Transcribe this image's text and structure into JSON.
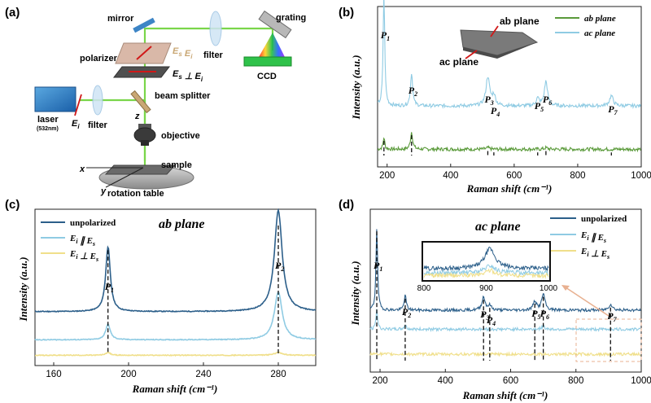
{
  "figure": {
    "panel_letters": [
      "(a)",
      "(b)",
      "(c)",
      "(d)"
    ],
    "setup": {
      "mirror": "mirror",
      "grating": "grating",
      "polarizer": "polarizer",
      "filter_top": "filter",
      "ccd": "CCD",
      "es_ei_parallel": "E_s E_i",
      "es_perp_ei": "E_s ⊥ E_i",
      "beam_splitter": "beam splitter",
      "laser": "laser",
      "laser_wavelength": "(532nm)",
      "ei": "E_i",
      "filter_left": "filter",
      "z_axis": "z",
      "objective": "objective",
      "sample": "sample",
      "x_axis": "x",
      "y_axis": "y",
      "rotation_table": "rotation table"
    },
    "panel_b_inset": {
      "ab_plane": "ab plane",
      "ac_plane": "ac plane"
    },
    "panel_c_title": "ab plane",
    "panel_d_title": "ac plane"
  },
  "chart_data": [
    {
      "panel": "(b)",
      "type": "line",
      "xlabel": "Raman shift (cm⁻¹)",
      "ylabel": "Intensity (a.u.)",
      "xlim": [
        170,
        1000
      ],
      "xticks": [
        200,
        400,
        600,
        800,
        1000
      ],
      "legend": [
        "ab plane",
        "ac plane"
      ],
      "legend_position": "top-right",
      "peaks": [
        {
          "label": "P1",
          "x": 190
        },
        {
          "label": "P2",
          "x": 277
        },
        {
          "label": "P3",
          "x": 517
        },
        {
          "label": "P4",
          "x": 536
        },
        {
          "label": "P5",
          "x": 674
        },
        {
          "label": "P6",
          "x": 700
        },
        {
          "label": "P7",
          "x": 906
        }
      ],
      "series": [
        {
          "name": "ab plane",
          "color": "#5a9a3a",
          "baseline": 0.1,
          "peaks": [
            [
              190,
              0.08,
              3
            ],
            [
              277,
              0.12,
              4
            ],
            [
              517,
              0.01,
              6
            ],
            [
              700,
              0.01,
              6
            ]
          ]
        },
        {
          "name": "ac plane",
          "color": "#8fcbe3",
          "baseline": 0.4,
          "peaks": [
            [
              190,
              0.78,
              3
            ],
            [
              277,
              0.23,
              4
            ],
            [
              517,
              0.2,
              7
            ],
            [
              536,
              0.07,
              6
            ],
            [
              674,
              0.05,
              6
            ],
            [
              700,
              0.17,
              6
            ],
            [
              906,
              0.07,
              7
            ]
          ]
        }
      ]
    },
    {
      "panel": "(c)",
      "type": "line",
      "xlabel": "Raman shift (cm⁻¹)",
      "ylabel": "Intensity (a.u.)",
      "xlim": [
        150,
        300
      ],
      "xticks": [
        160,
        200,
        240,
        280
      ],
      "legend": [
        "unpolarized",
        "E_i ∥ E_s",
        "E_i ⊥ E_s"
      ],
      "legend_position": "top-left",
      "peaks": [
        {
          "label": "P1",
          "x": 189
        },
        {
          "label": "P2",
          "x": 280
        }
      ],
      "series": [
        {
          "name": "unpolarized",
          "color": "#2c5f8a",
          "baseline": 0.36,
          "peaks": [
            [
              189,
              0.46,
              1.5
            ],
            [
              280,
              0.72,
              2.5
            ]
          ]
        },
        {
          "name": "E_i ∥ E_s",
          "color": "#8fcbe3",
          "baseline": 0.16,
          "peaks": [
            [
              189,
              0.11,
              1.5
            ],
            [
              280,
              0.34,
              2.5
            ]
          ]
        },
        {
          "name": "E_i ⊥ E_s",
          "color": "#f0df8a",
          "baseline": 0.05,
          "peaks": [
            [
              189,
              0.02,
              1.5
            ],
            [
              280,
              0.02,
              2.5
            ]
          ]
        }
      ]
    },
    {
      "panel": "(d)",
      "type": "line",
      "xlabel": "Raman shift (cm⁻¹)",
      "ylabel": "Intensity (a.u.)",
      "xlim": [
        170,
        1000
      ],
      "xticks": [
        200,
        400,
        600,
        800,
        1000
      ],
      "legend": [
        "unpolarized",
        "E_i ∥ E_s",
        "E_i ⊥ E_s"
      ],
      "legend_position": "top-right",
      "peaks": [
        {
          "label": "P1",
          "x": 190
        },
        {
          "label": "P2",
          "x": 277
        },
        {
          "label": "P3",
          "x": 517
        },
        {
          "label": "P4",
          "x": 536
        },
        {
          "label": "P5",
          "x": 674
        },
        {
          "label": "P6",
          "x": 700
        },
        {
          "label": "P7",
          "x": 906
        }
      ],
      "series": [
        {
          "name": "unpolarized",
          "color": "#2c5f8a",
          "baseline": 0.4,
          "peaks": [
            [
              190,
              0.56,
              3
            ],
            [
              277,
              0.1,
              4
            ],
            [
              517,
              0.09,
              6
            ],
            [
              536,
              0.03,
              6
            ],
            [
              674,
              0.06,
              6
            ],
            [
              700,
              0.11,
              6
            ],
            [
              906,
              0.04,
              7
            ]
          ]
        },
        {
          "name": "E_i ∥ E_s",
          "color": "#8fcbe3",
          "baseline": 0.27,
          "peaks": [
            [
              190,
              0.14,
              3
            ],
            [
              277,
              0.03,
              4
            ],
            [
              700,
              0.02,
              6
            ]
          ]
        },
        {
          "name": "E_i ⊥ E_s",
          "color": "#f0df8a",
          "baseline": 0.1,
          "peaks": [
            [
              190,
              0.01,
              3
            ]
          ]
        }
      ],
      "inset": {
        "xlim": [
          800,
          1000
        ],
        "xticks": [
          800,
          900,
          1000
        ]
      }
    }
  ]
}
